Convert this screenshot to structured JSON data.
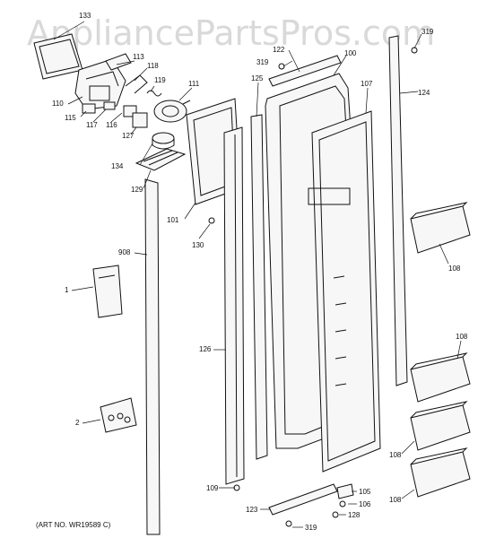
{
  "watermark": "AppliancePartsPros.com",
  "art_number": "(ART NO. WR19589 C)",
  "callouts": {
    "c133": "133",
    "c113": "113",
    "c118": "118",
    "c119": "119",
    "c110": "110",
    "c115": "115",
    "c117": "117",
    "c116": "116",
    "c127": "127",
    "c111": "111",
    "c134": "134",
    "c129": "129",
    "c101": "101",
    "c130": "130",
    "c122": "122",
    "c319a": "319",
    "c125": "125",
    "c100": "100",
    "c107": "107",
    "c124": "124",
    "c319b": "319",
    "c908": "908",
    "c1": "1",
    "c2": "2",
    "c126": "126",
    "c108a": "108",
    "c108b": "108",
    "c108c": "108",
    "c108d": "108",
    "c109": "109",
    "c105": "105",
    "c106": "106",
    "c123": "123",
    "c128": "128",
    "c319c": "319"
  }
}
